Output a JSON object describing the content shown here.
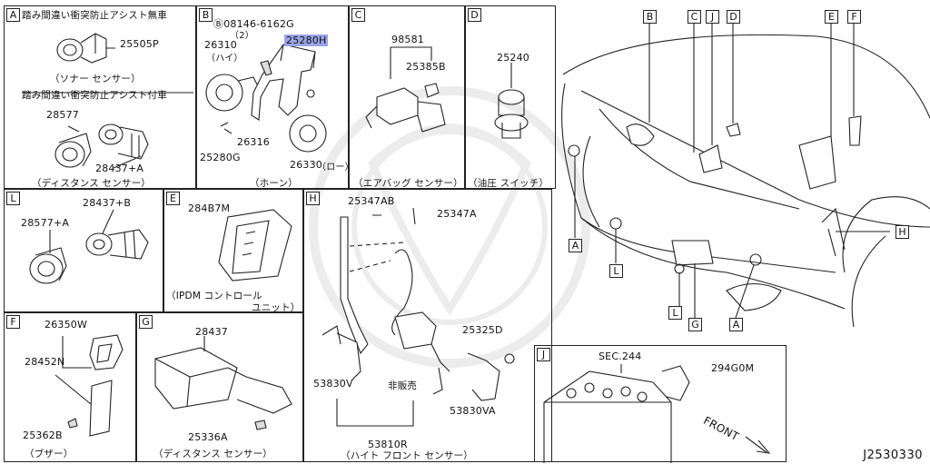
{
  "panels": {
    "A": {
      "letter": "A",
      "title1": "踏み間違い衝突防止アシスト無車",
      "part1": "25505P",
      "caption1": "（ソナー センサー）",
      "title2": "踏み間違い衝突防止アシスト付車",
      "part2a": "28577",
      "part2b": "28437+A",
      "caption2": "（ディスタンス センサー）"
    },
    "B": {
      "letter": "B",
      "bolt": "Ⓑ08146-6162G",
      "bolt_qty": "（2）",
      "part_high": "26310",
      "part_high_note": "（ハイ）",
      "bracket": "25280H",
      "part_mid": "26316",
      "nut": "25280G",
      "part_low": "26330",
      "part_low_note": "（ロー）",
      "caption": "（ホーン）"
    },
    "C": {
      "letter": "C",
      "part1": "98581",
      "part2": "25385B",
      "caption": "（エアバッグ センサー）"
    },
    "D": {
      "letter": "D",
      "part": "25240",
      "caption": "（油圧 スイッチ）"
    },
    "L": {
      "letter": "L",
      "part1": "28577+A",
      "part2": "28437+B"
    },
    "E": {
      "letter": "E",
      "part": "284B7M",
      "caption1": "（IPDM コントロール",
      "caption2": "ユニット）"
    },
    "H": {
      "letter": "H",
      "part1": "25347AB",
      "part2": "25347A",
      "part3": "25325D",
      "part4": "53830V",
      "part5": "非販売",
      "part6": "53830VA",
      "part7": "53810R",
      "caption": "（ハイト フロント センサー）"
    },
    "F": {
      "letter": "F",
      "part1": "26350W",
      "part2": "28452N",
      "part3": "25362B",
      "caption": "（ブザー）"
    },
    "G": {
      "letter": "G",
      "part1": "28437",
      "part2": "25336A",
      "caption": "（ディスタンス センサー）"
    },
    "J": {
      "letter": "J",
      "part1": "SEC.244",
      "part2": "294G0M",
      "front": "FRONT"
    }
  },
  "car_callouts": [
    "B",
    "C",
    "J",
    "D",
    "E",
    "F",
    "H",
    "A",
    "L",
    "L",
    "G",
    "A"
  ],
  "diagram_code": "J2530330"
}
